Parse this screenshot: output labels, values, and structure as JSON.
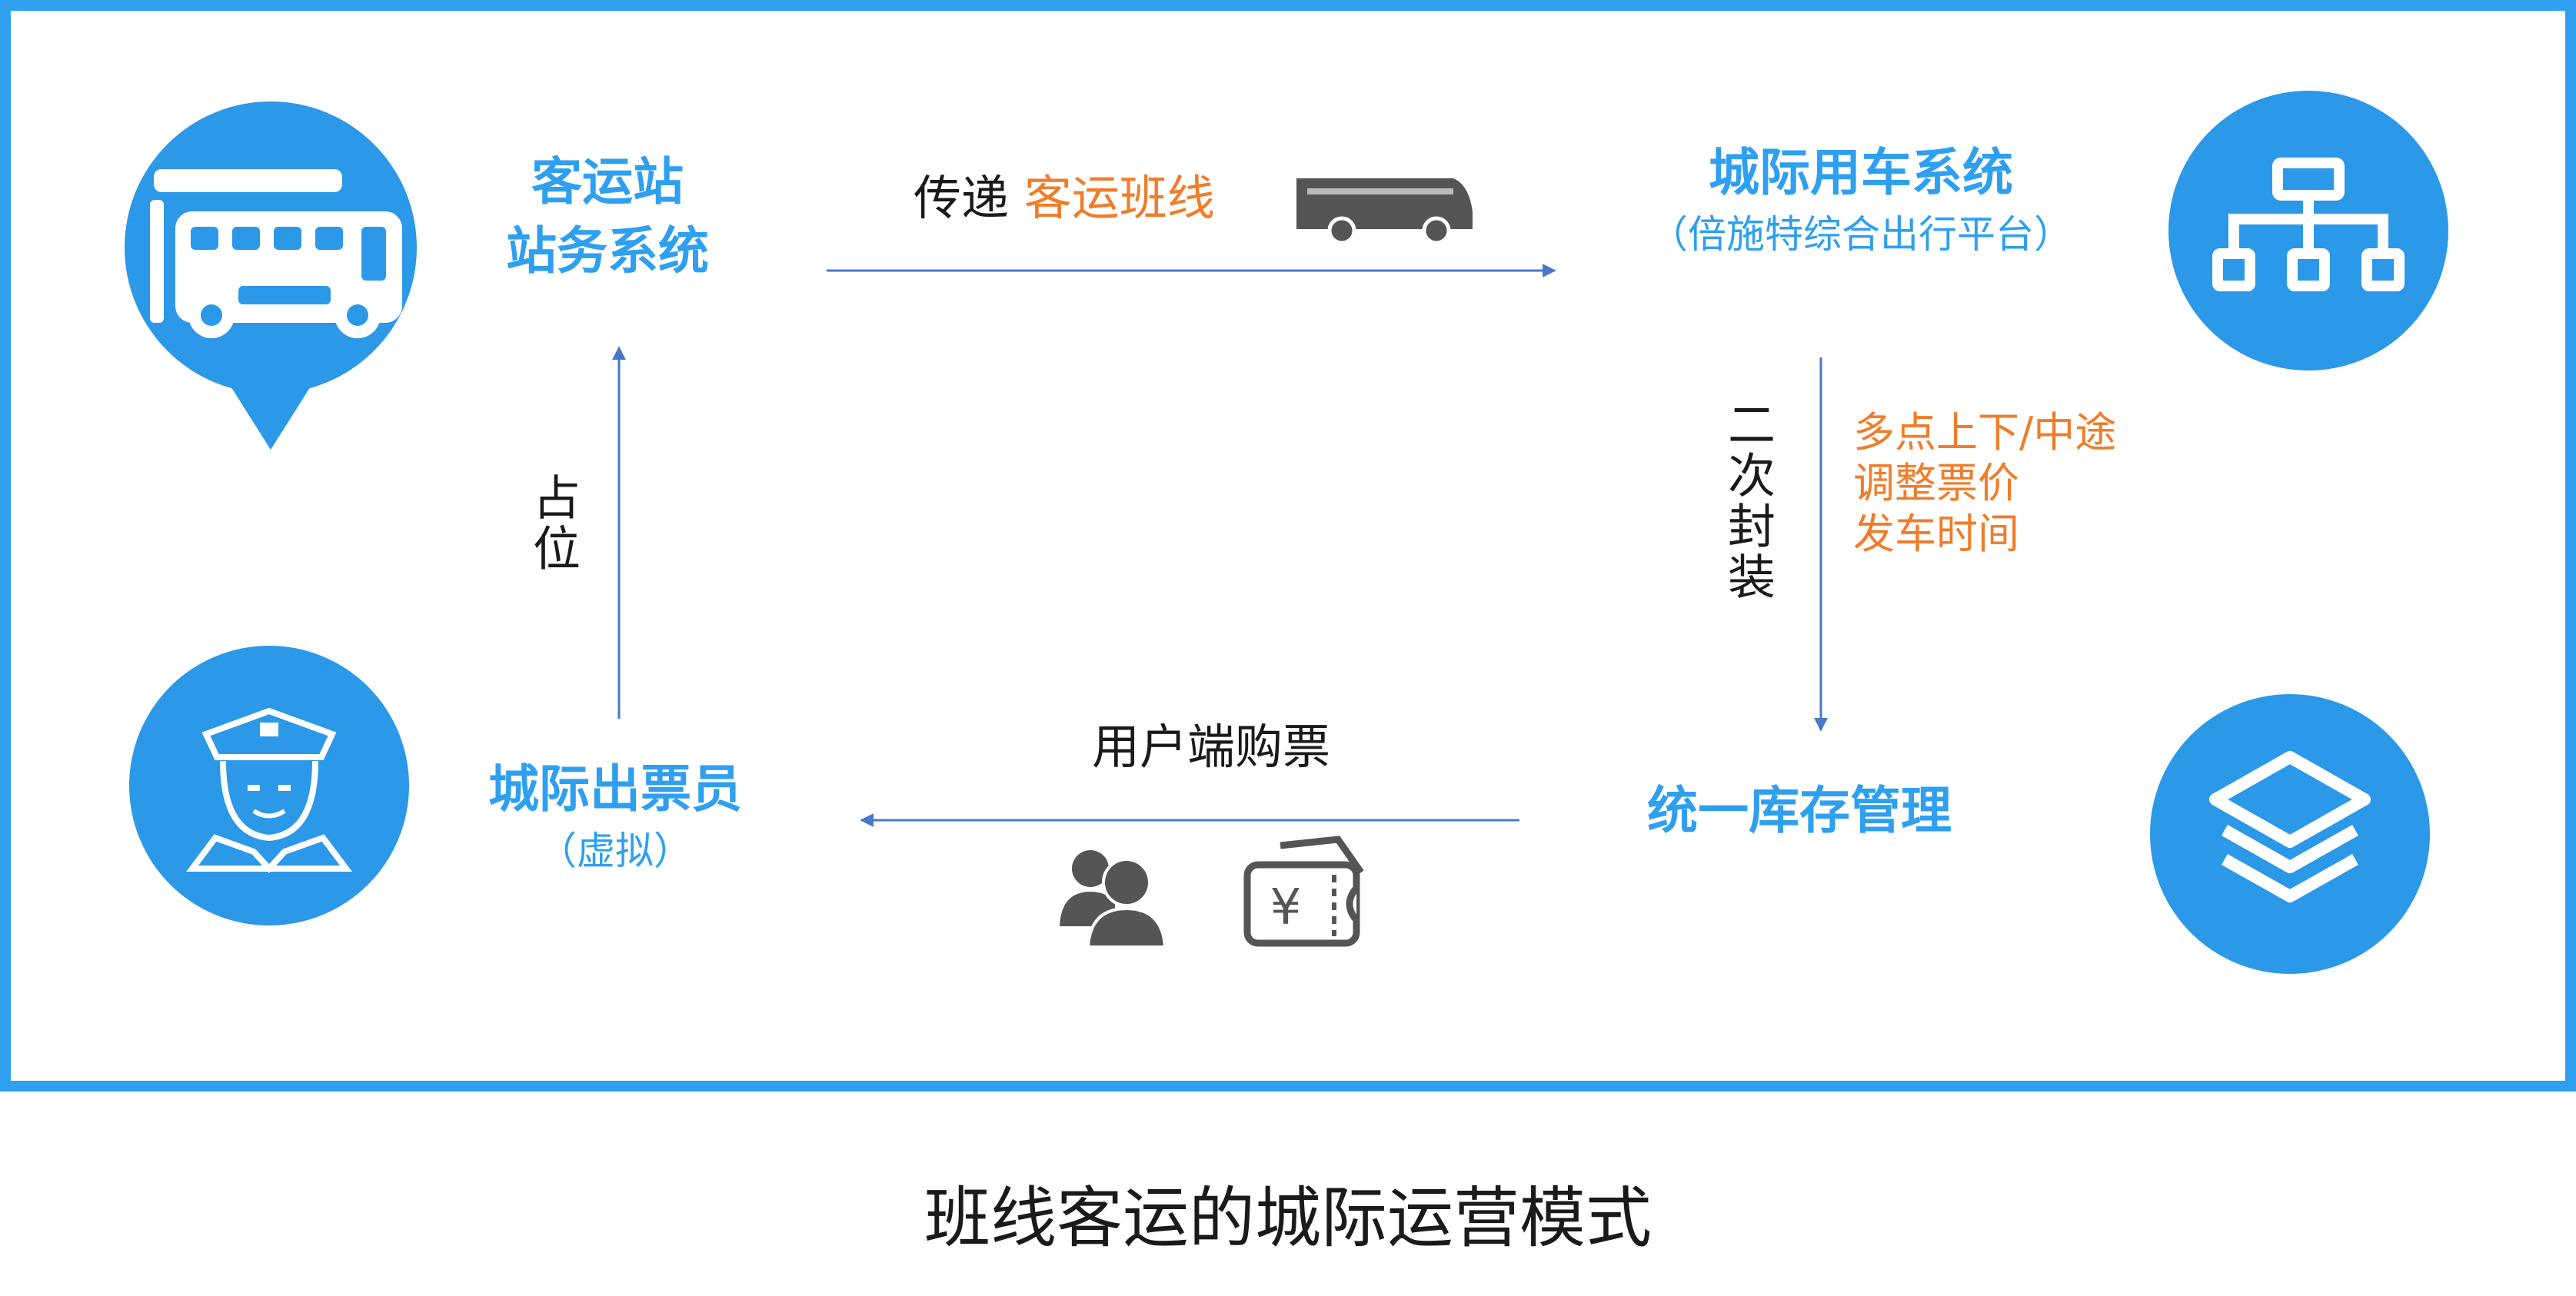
{
  "title": "班线客运的城际运营模式",
  "nodes": {
    "station": {
      "line1": "客运站",
      "line2": "站务系统",
      "icon": "bus-location-pin-icon"
    },
    "intercity_system": {
      "line1": "城际用车系统",
      "line2": "（倍施特综合出行平台）",
      "icon": "sitemap-icon"
    },
    "inventory": {
      "line1": "统一库存管理",
      "icon": "layers-icon"
    },
    "agent": {
      "line1": "城际出票员",
      "line2": "（虚拟）",
      "icon": "conductor-icon"
    }
  },
  "edges": {
    "top": {
      "label_prefix": "传递 ",
      "label_highlight": "客运班线",
      "icon": "coach-bus-icon"
    },
    "right": {
      "label": "二次封装",
      "notes": [
        "多点上下/中途",
        "调整票价",
        "发车时间"
      ]
    },
    "bottom": {
      "label": "用户端购票",
      "icons": [
        "users-icon",
        "ticket-icon"
      ]
    },
    "left": {
      "label": "占位"
    }
  },
  "colors": {
    "accent": "#2f9ff0",
    "highlight": "#ef7d2a",
    "arrow": "#4a78c9",
    "icon_gray": "#555555"
  }
}
